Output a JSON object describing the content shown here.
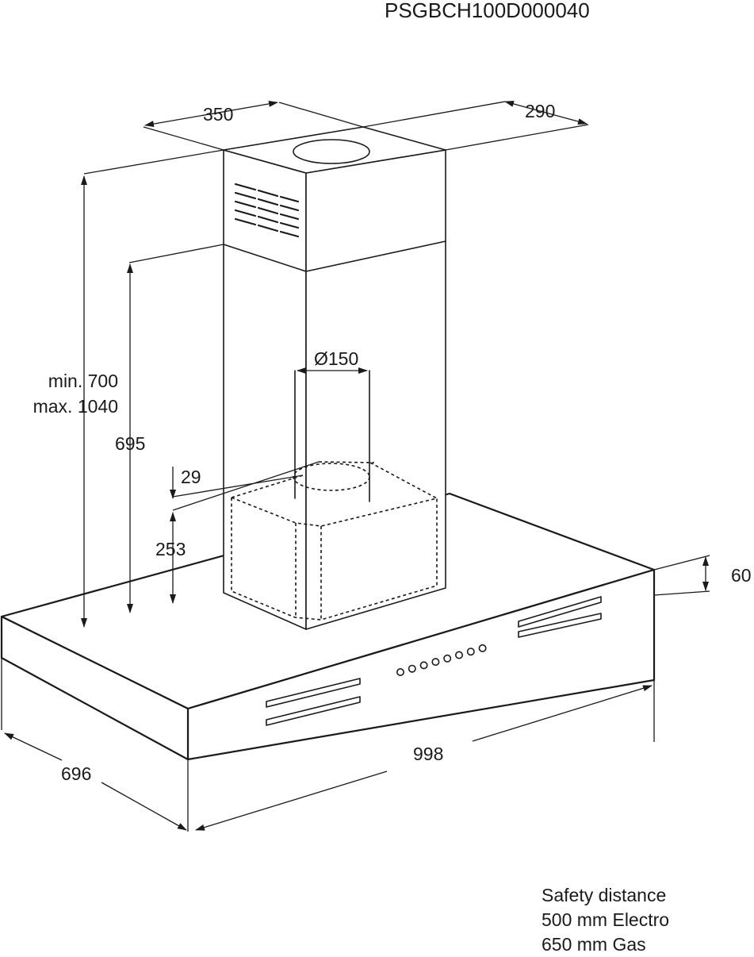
{
  "product_code": "PSGBCH100D000040",
  "dimensions": {
    "chimney_width": "350",
    "chimney_depth": "290",
    "duct_diameter": "Ø150",
    "height_min": "min. 700",
    "height_max": "max. 1040",
    "height_695": "695",
    "offset_29": "29",
    "height_253": "253",
    "canopy_thickness": "60",
    "canopy_width": "998",
    "canopy_depth": "696"
  },
  "safety_note": {
    "title": "Safety distance",
    "electro": "500 mm Electro",
    "gas": "650 mm Gas"
  },
  "control_panel": {
    "button_count": 8
  }
}
